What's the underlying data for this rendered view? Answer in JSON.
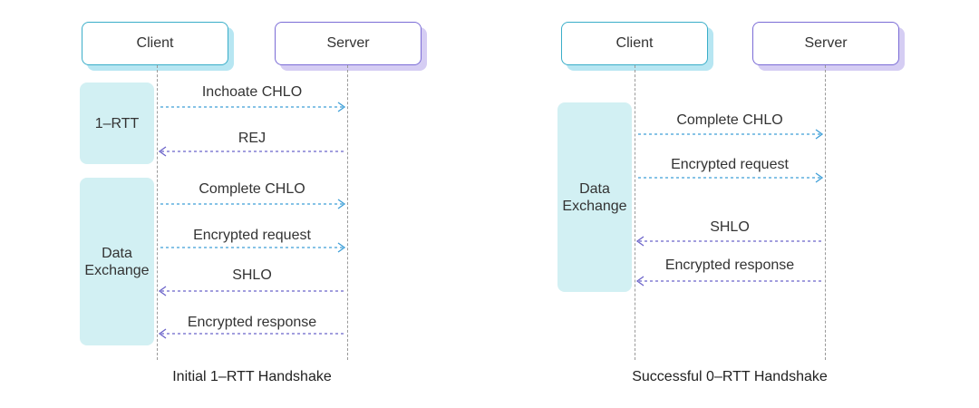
{
  "colors": {
    "client_accent": "#3aaec9",
    "server_accent": "#7b6cd6",
    "request_arrow": "#3f9fd8",
    "response_arrow": "#6b63c9",
    "phase_fill": "#d2f0f3"
  },
  "diagrams": [
    {
      "client_label": "Client",
      "server_label": "Server",
      "phases": [
        "1–RTT",
        "Data\nExchange"
      ],
      "messages": [
        {
          "label": "Inchoate CHLO",
          "direction": "client-to-server"
        },
        {
          "label": "REJ",
          "direction": "server-to-client"
        },
        {
          "label": "Complete CHLO",
          "direction": "client-to-server"
        },
        {
          "label": "Encrypted request",
          "direction": "client-to-server"
        },
        {
          "label": "SHLO",
          "direction": "server-to-client"
        },
        {
          "label": "Encrypted response",
          "direction": "server-to-client"
        }
      ],
      "caption": "Initial 1–RTT Handshake"
    },
    {
      "client_label": "Client",
      "server_label": "Server",
      "phases": [
        "Data\nExchange"
      ],
      "messages": [
        {
          "label": "Complete CHLO",
          "direction": "client-to-server"
        },
        {
          "label": "Encrypted request",
          "direction": "client-to-server"
        },
        {
          "label": "SHLO",
          "direction": "server-to-client"
        },
        {
          "label": "Encrypted response",
          "direction": "server-to-client"
        }
      ],
      "caption": "Successful 0–RTT Handshake"
    }
  ]
}
